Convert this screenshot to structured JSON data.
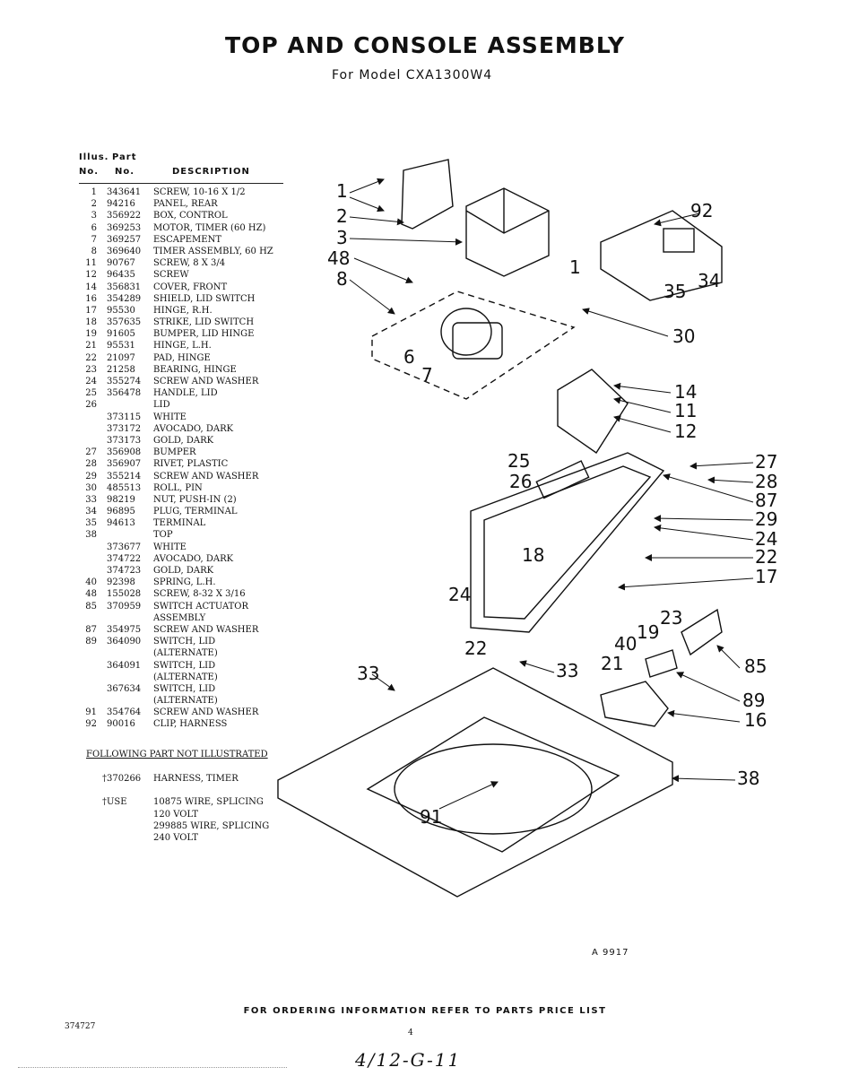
{
  "header": {
    "title": "TOP AND CONSOLE ASSEMBLY",
    "subtitle": "For Model CXA1300W4"
  },
  "table_headers": {
    "illus": "Illus.",
    "part": "Part",
    "no_1": "No.",
    "no_2": "No.",
    "description": "DESCRIPTION"
  },
  "parts": [
    {
      "no": "1",
      "part": "343641",
      "desc": "Screw, 10-16 x 1/2"
    },
    {
      "no": "2",
      "part": "94216",
      "desc": "Panel, Rear"
    },
    {
      "no": "3",
      "part": "356922",
      "desc": "Box, Control"
    },
    {
      "no": "6",
      "part": "369253",
      "desc": "Motor, Timer (60 HZ)"
    },
    {
      "no": "7",
      "part": "369257",
      "desc": "Escapement"
    },
    {
      "no": "8",
      "part": "369640",
      "desc": "Timer Assembly, 60 HZ"
    },
    {
      "no": "11",
      "part": "90767",
      "desc": "Screw, 8 x 3/4"
    },
    {
      "no": "12",
      "part": "96435",
      "desc": "Screw"
    },
    {
      "no": "14",
      "part": "356831",
      "desc": "Cover, Front"
    },
    {
      "no": "16",
      "part": "354289",
      "desc": "Shield, Lid Switch"
    },
    {
      "no": "17",
      "part": "95530",
      "desc": "Hinge, R.H."
    },
    {
      "no": "18",
      "part": "357635",
      "desc": "Strike, Lid Switch"
    },
    {
      "no": "19",
      "part": "91605",
      "desc": "Bumper, Lid Hinge"
    },
    {
      "no": "21",
      "part": "95531",
      "desc": "Hinge, L.H."
    },
    {
      "no": "22",
      "part": "21097",
      "desc": "Pad, Hinge"
    },
    {
      "no": "23",
      "part": "21258",
      "desc": "Bearing, Hinge"
    },
    {
      "no": "24",
      "part": "355274",
      "desc": "Screw and Washer"
    },
    {
      "no": "25",
      "part": "356478",
      "desc": "Handle, Lid"
    },
    {
      "no": "26",
      "part": "",
      "desc": "Lid"
    },
    {
      "no": "",
      "part": "373115",
      "desc": "White"
    },
    {
      "no": "",
      "part": "373172",
      "desc": "Avocado, Dark"
    },
    {
      "no": "",
      "part": "373173",
      "desc": "Gold, Dark"
    },
    {
      "no": "27",
      "part": "356908",
      "desc": "Bumper"
    },
    {
      "no": "28",
      "part": "356907",
      "desc": "Rivet, Plastic"
    },
    {
      "no": "29",
      "part": "355214",
      "desc": "Screw and Washer"
    },
    {
      "no": "30",
      "part": "485513",
      "desc": "Roll, Pin"
    },
    {
      "no": "33",
      "part": "98219",
      "desc": "Nut, Push-In (2)"
    },
    {
      "no": "34",
      "part": "96895",
      "desc": "Plug, Terminal"
    },
    {
      "no": "35",
      "part": "94613",
      "desc": "Terminal"
    },
    {
      "no": "38",
      "part": "",
      "desc": "Top"
    },
    {
      "no": "",
      "part": "373677",
      "desc": "White"
    },
    {
      "no": "",
      "part": "374722",
      "desc": "Avocado, Dark"
    },
    {
      "no": "",
      "part": "374723",
      "desc": "Gold, Dark"
    },
    {
      "no": "40",
      "part": "92398",
      "desc": "Spring, L.H."
    },
    {
      "no": "48",
      "part": "155028",
      "desc": "Screw, 8-32 x 3/16"
    },
    {
      "no": "85",
      "part": "370959",
      "desc": "Switch Actuator"
    },
    {
      "no": "",
      "part": "",
      "desc": "Assembly"
    },
    {
      "no": "87",
      "part": "354975",
      "desc": "Screw and Washer"
    },
    {
      "no": "89",
      "part": "364090",
      "desc": "Switch, Lid"
    },
    {
      "no": "",
      "part": "",
      "desc": "(Alternate)"
    },
    {
      "no": "",
      "part": "364091",
      "desc": "Switch, Lid"
    },
    {
      "no": "",
      "part": "",
      "desc": "(Alternate)"
    },
    {
      "no": "",
      "part": "367634",
      "desc": "Switch, Lid"
    },
    {
      "no": "",
      "part": "",
      "desc": "(Alternate)"
    },
    {
      "no": "91",
      "part": "354764",
      "desc": "Screw and Washer"
    },
    {
      "no": "92",
      "part": "90016",
      "desc": "Clip, Harness"
    }
  ],
  "following_section": "Following Part Not Illustrated",
  "following_parts": [
    {
      "part": "†370266",
      "desc": "Harness, Timer"
    },
    {
      "part": "",
      "desc": ""
    },
    {
      "part": "†USE",
      "desc": "10875 Wire, Splicing"
    },
    {
      "part": "",
      "desc": "120 Volt"
    },
    {
      "part": "",
      "desc": "299885 Wire, Splicing"
    },
    {
      "part": "",
      "desc": "240 Volt"
    }
  ],
  "diagram": {
    "callouts": {
      "c1a": "1",
      "c1b": "1",
      "c2": "2",
      "c3": "3",
      "c48": "48",
      "c8": "8",
      "c6": "6",
      "c7": "7",
      "c92": "92",
      "c34": "34",
      "c35": "35",
      "c30": "30",
      "c14": "14",
      "c11": "11",
      "c12": "12",
      "c25": "25",
      "c26": "26",
      "c27": "27",
      "c28": "28",
      "c87": "87",
      "c29": "29",
      "c24a": "24",
      "c18": "18",
      "c22a": "22",
      "c17": "17",
      "c24b": "24",
      "c23": "23",
      "c19": "19",
      "c22b": "22",
      "c40": "40",
      "c21": "21",
      "c33a": "33",
      "c33b": "33",
      "c85": "85",
      "c89": "89",
      "c16": "16",
      "c38": "38",
      "c91": "91"
    }
  },
  "footer": {
    "figure_number": "A 9917",
    "ordering_note": "FOR ORDERING INFORMATION REFER TO PARTS PRICE LIST",
    "document_number": "374727",
    "page_number": "4",
    "handwritten_note": "4/12-G-11"
  }
}
